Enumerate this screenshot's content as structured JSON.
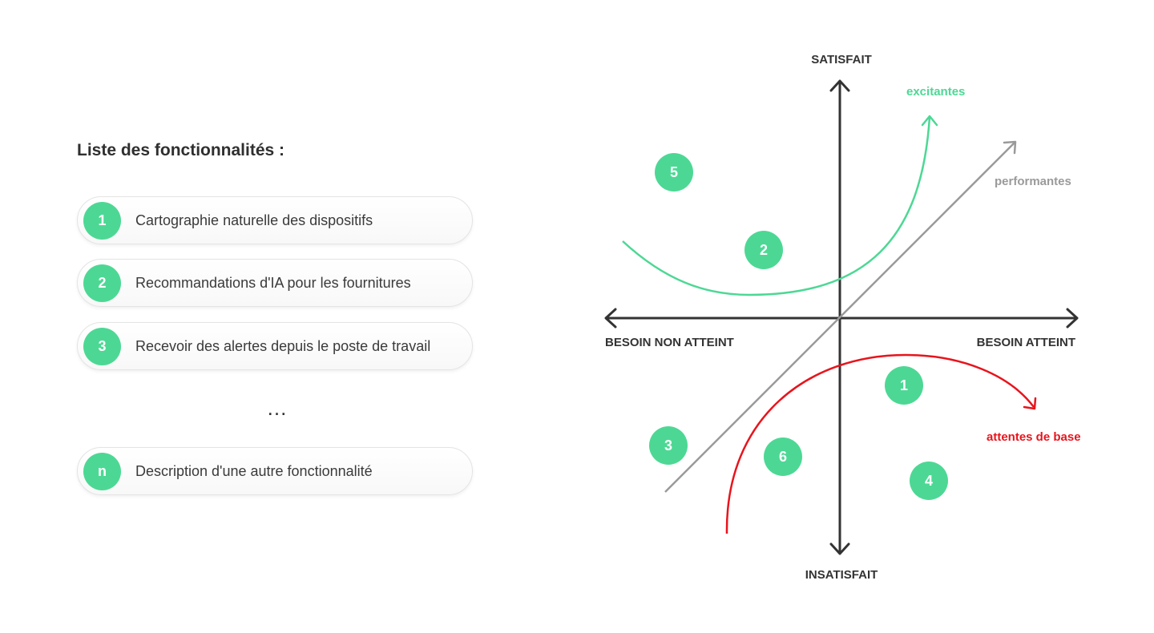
{
  "list": {
    "title": "Liste des fonctionnalités :",
    "items": [
      {
        "badge": "1",
        "label": "Cartographie naturelle des dispositifs"
      },
      {
        "badge": "2",
        "label": "Recommandations d'IA pour les fournitures"
      },
      {
        "badge": "3",
        "label": "Recevoir des alertes depuis le poste de travail"
      }
    ],
    "ellipsis": "...",
    "last_item": {
      "badge": "n",
      "label": "Description d'une autre fonctionnalité"
    }
  },
  "diagram": {
    "axis_top": "SATISFAIT",
    "axis_bottom": "INSATISFAIT",
    "axis_left": "BESOIN NON ATTEINT",
    "axis_right": "BESOIN ATTEINT",
    "curves": {
      "exciting": {
        "label": "excitantes",
        "color": "#4cd894"
      },
      "performance": {
        "label": "performantes",
        "color": "#9a9a9a"
      },
      "basic": {
        "label": "attentes de base",
        "color": "#e8141c"
      }
    },
    "markers": [
      {
        "label": "5",
        "quadrant": "top-left"
      },
      {
        "label": "2",
        "quadrant": "top-left"
      },
      {
        "label": "3",
        "quadrant": "bottom-left"
      },
      {
        "label": "6",
        "quadrant": "bottom-left"
      },
      {
        "label": "1",
        "quadrant": "bottom-right"
      },
      {
        "label": "4",
        "quadrant": "bottom-right"
      }
    ],
    "badge_color": "#4cd894",
    "axis_color": "#333333"
  }
}
